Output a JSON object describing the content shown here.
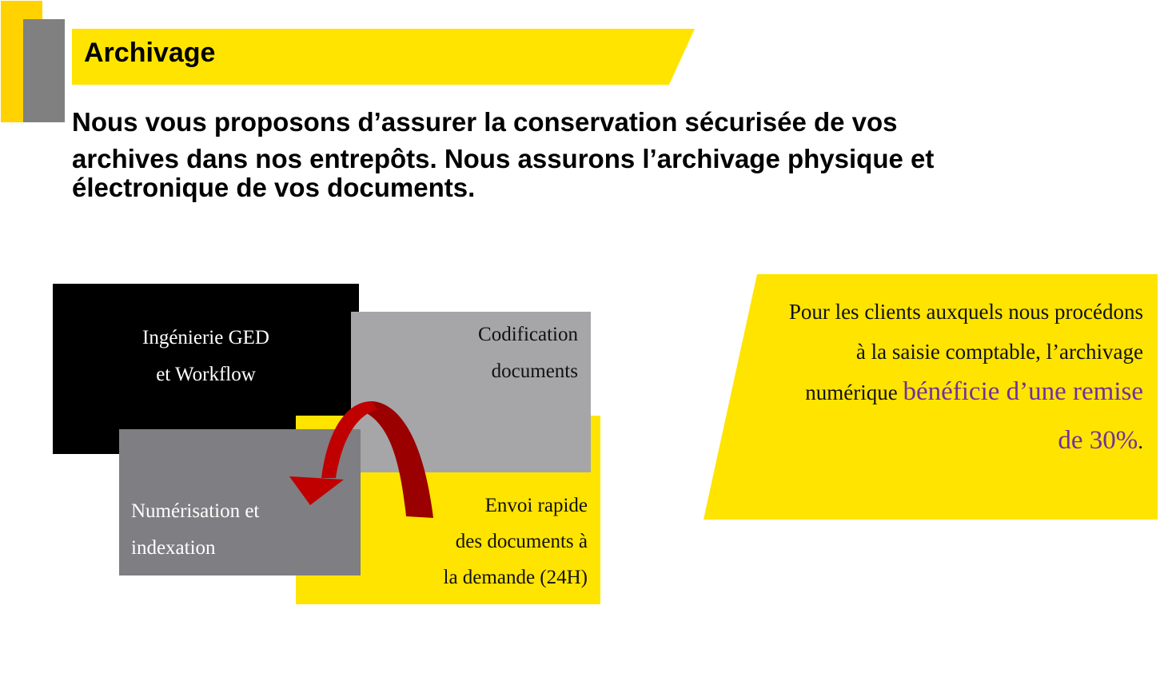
{
  "slide": {
    "title": "Archivage",
    "intro_lines": [
      "Nous vous proposons d’assurer la conservation sécurisée de vos",
      "archives dans nos entrepôts. Nous assurons l’archivage physique et",
      "électronique de vos documents."
    ]
  },
  "diagram": {
    "boxes": {
      "ged": {
        "lines": [
          "Ingénierie GED",
          "et Workflow"
        ],
        "color": "#000000"
      },
      "codification": {
        "lines": [
          "Codification",
          "documents"
        ],
        "color": "#A6A6A8"
      },
      "envoi": {
        "lines": [
          "Envoi rapide",
          "des documents à",
          "la demande (24H)"
        ],
        "color": "#FFE400"
      },
      "numerisation": {
        "lines": [
          "Numérisation et",
          "indexation"
        ],
        "color": "#7F7E82"
      }
    },
    "arrow": {
      "icon": "curved-arrow-icon",
      "color": "#C00000",
      "shade_color": "#9A0000"
    }
  },
  "promo": {
    "line1": "Pour les clients auxquels nous procédons",
    "line2": "à la saisie comptable, l’archivage",
    "line3_plain": "numérique ",
    "line3_highlight": "bénéficie d’une remise",
    "line4_highlight": "de 30%",
    "line4_plain": ".",
    "highlight_color": "#7030A0",
    "background": "#FFE400"
  },
  "colors": {
    "accent_yellow": "#FFE400",
    "bar_yellow": "#FFD200",
    "bar_gray": "#808080"
  }
}
